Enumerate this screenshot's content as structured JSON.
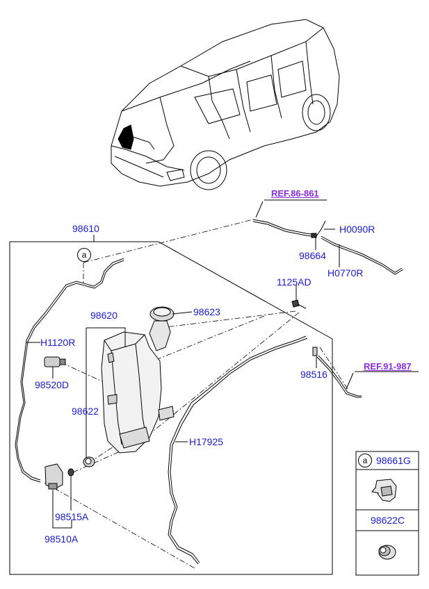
{
  "labels": {
    "ref_86": "REF.86-861",
    "p98610": "98610",
    "h0090r": "H0090R",
    "p98664": "98664",
    "h0770r": "H0770R",
    "p1125ad": "1125AD",
    "p98623": "98623",
    "p98620": "98620",
    "h1120r": "H1120R",
    "p98516": "98516",
    "ref_91": "REF.91-987",
    "p98520d": "98520D",
    "p98622": "98622",
    "h17925": "H17925",
    "p98515a": "98515A",
    "p98510a": "98510A"
  },
  "marker": "a",
  "legend_box": {
    "marker": "a",
    "part1": "98661G",
    "part2": "98622C"
  },
  "colors": {
    "label": "#1a1ad6",
    "ref": "#8a2be2",
    "line": "#000000"
  }
}
